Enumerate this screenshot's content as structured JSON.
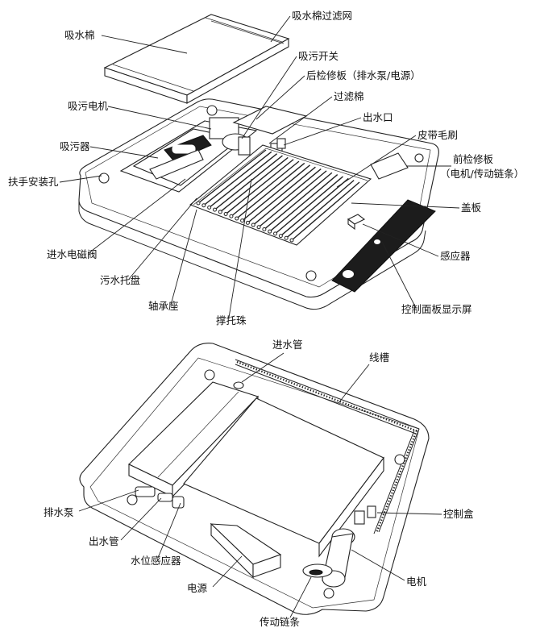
{
  "top_diagram": {
    "labels": {
      "absorbent_cotton": "吸水棉",
      "absorbent_cotton_filter": "吸水棉过滤网",
      "suction_switch": "吸污开关",
      "rear_panel": "后检修板（排水泵/电源）",
      "filter_cotton": "过滤棉",
      "suction_motor": "吸污电机",
      "water_outlet": "出水口",
      "belt_brush": "皮带毛刷",
      "suction_device": "吸污器",
      "front_panel_line1": "前检修板",
      "front_panel_line2": "（电机/传动链条）",
      "handle_holes": "扶手安装孔",
      "cover_plate": "盖板",
      "inlet_valve": "进水电磁阀",
      "sensor": "感应器",
      "waste_tray": "污水托盘",
      "bearing_seat": "轴承座",
      "control_display": "控制面板显示屏",
      "support_beads": "撑托珠"
    }
  },
  "bottom_diagram": {
    "labels": {
      "inlet_pipe": "进水管",
      "wire_slot": "线槽",
      "drain_pump": "排水泵",
      "control_box": "控制盒",
      "outlet_pipe": "出水管",
      "level_sensor": "水位感应器",
      "motor": "电机",
      "power_supply": "电源",
      "drive_chain": "传动链条"
    }
  }
}
